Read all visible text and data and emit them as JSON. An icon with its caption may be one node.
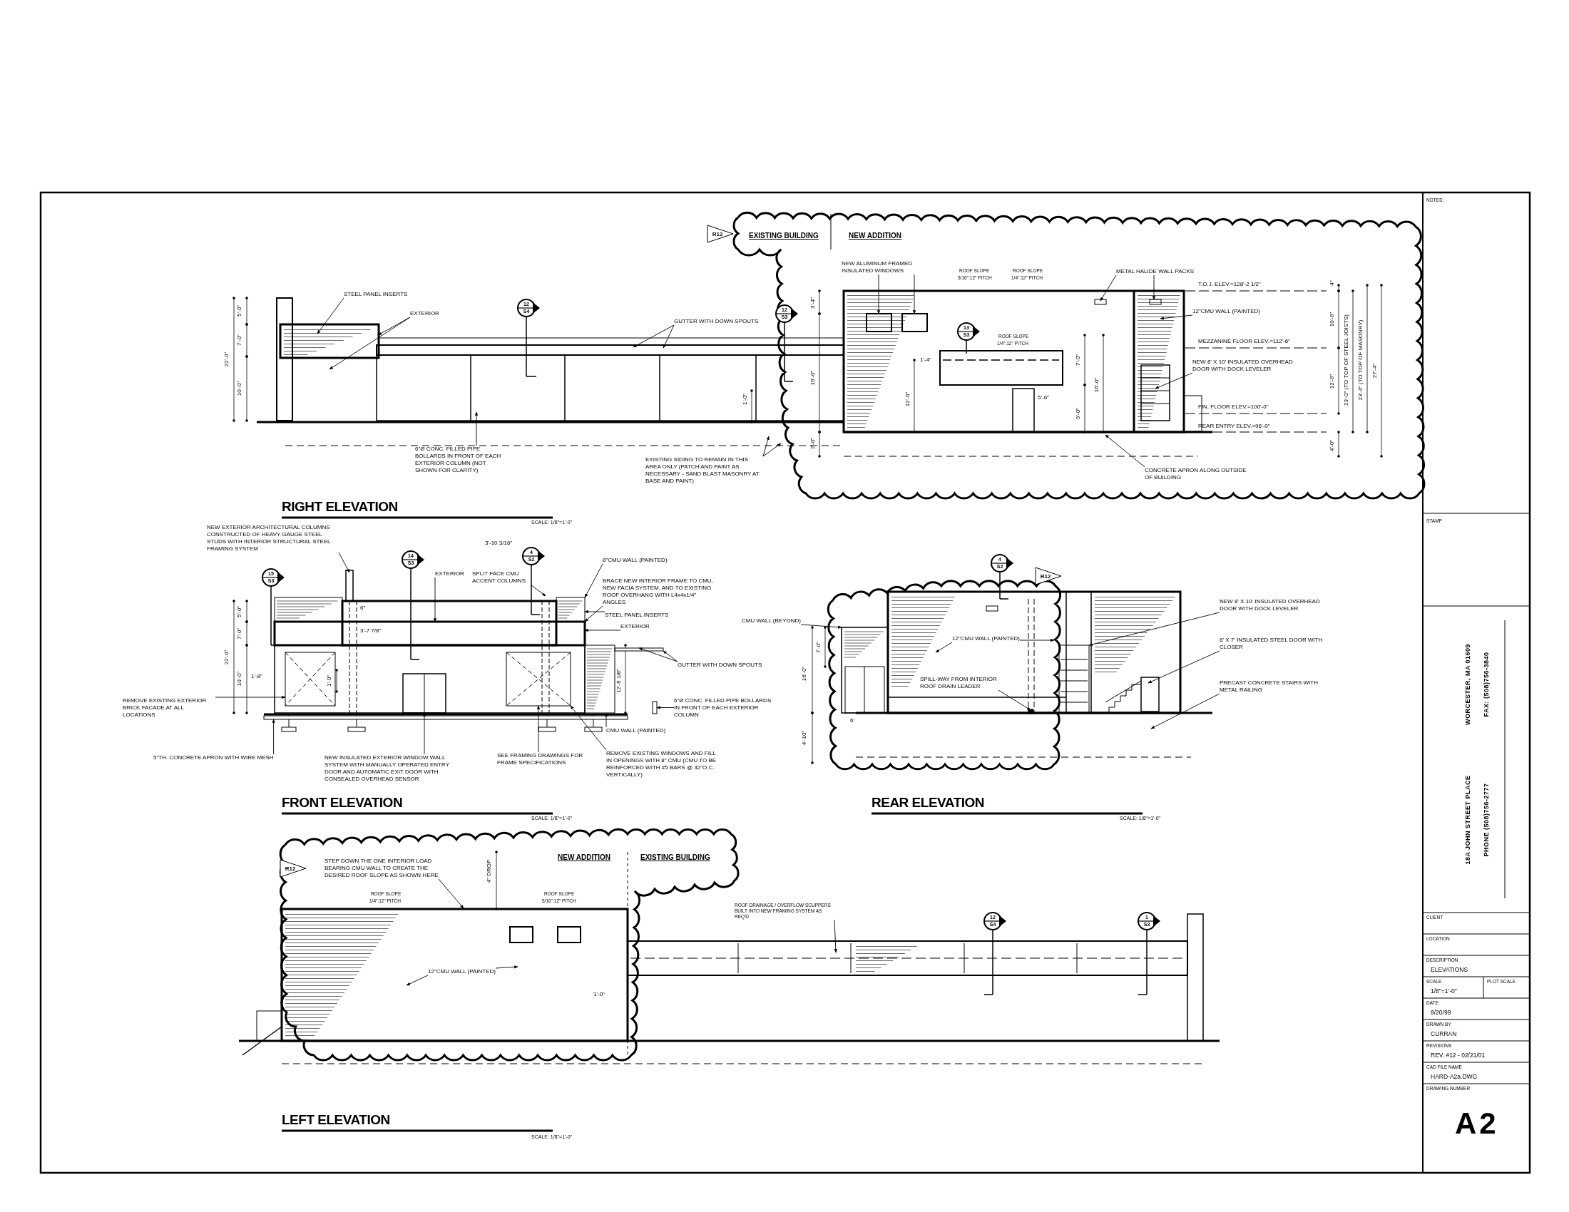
{
  "diagram": {
    "nodes": [
      {
        "text": [
          "STEEL PANEL INSERTS"
        ]
      },
      {
        "text": [
          "EXTERIOR"
        ]
      },
      {
        "text": [
          "GUTTER WITH DOWN SPOUTS"
        ]
      },
      {
        "text": [
          "6\"Ø CONC. FILLED PIPE BOLLARDS IN FRONT OF EACH EXTERIOR COLUMN (NOT SHOWN FOR CLARITY)"
        ]
      },
      {
        "text": [
          "EXISTING SIDING TO REMAIN IN THIS AREA ONLY (PATCH AND PAINT AS NECESSARY - SAND BLAST MASONRY AT BASE AND PAINT)"
        ]
      },
      {
        "text": [
          "NEW ALUMINUM FRAMED INSULATED WINDOWS"
        ]
      },
      {
        "text": [
          "METAL HALIDE WALL PACKS"
        ]
      },
      {
        "text": [
          "12\"CMU WALL (PAINTED)"
        ]
      },
      {
        "text": [
          "NEW 8' X 10' INSULATED OVERHEAD DOOR WITH DOCK LEVELER"
        ]
      },
      {
        "text": [
          "CONCRETE APRON ALONG OUTSIDE OF BUILDING"
        ]
      },
      {
        "text": [
          "NEW EXTERIOR ARCHITECTURAL COLUMNS CONSTRUCTED OF HEAVY GAUGE STEEL STUDS WITH INTERIOR STRUCTURAL STEEL FRAMING SYSTEM"
        ]
      },
      {
        "text": [
          "EXTERIOR"
        ]
      },
      {
        "text": [
          "SPLIT FACE CMU ACCENT COLUMNS"
        ]
      },
      {
        "text": [
          "8\"CMU WALL (PAINTED)"
        ]
      },
      {
        "text": [
          "BRACE NEW INTERIOR FRAME TO CMU, NEW FACIA SYSTEM, AND TO EXISTING ROOF OVERHANG WITH L4x4x1/4\" ANGLES"
        ]
      },
      {
        "text": [
          "STEEL PANEL INSERTS"
        ]
      },
      {
        "text": [
          "EXTERIOR"
        ]
      },
      {
        "text": [
          "GUTTER WITH DOWN SPOUTS"
        ]
      },
      {
        "text": [
          "6\"Ø CONC. FILLED PIPE BOLLARDS IN FRONT OF EACH EXTERIOR COLUMN"
        ]
      },
      {
        "text": [
          "CMU WALL (PAINTED)"
        ]
      },
      {
        "text": [
          "REMOVE EXISTING WINDOWS AND FILL IN OPENINGS WITH 8\" CMU (CMU TO BE REINFORCED WITH #5 BARS @ 32\"O.C. VERTICALLY)"
        ]
      },
      {
        "text": [
          "SEE FRAMING DRAWINGS FOR FRAME SPECIFICATIONS"
        ]
      },
      {
        "text": [
          "NEW INSULATED EXTERIOR WINDOW WALL SYSTEM WITH MANUALLY OPERATED ENTRY DOOR AND AUTOMATIC EXIT DOOR WITH CONSEALED OVERHEAD SENSOR"
        ]
      },
      {
        "text": [
          "5\"TH. CONCRETE APRON WITH WIRE MESH"
        ]
      },
      {
        "text": [
          "REMOVE EXISTING EXTERIOR BRICK FACADE AT ALL LOCATIONS"
        ]
      },
      {
        "text": [
          "CMU WALL (BEYOND)"
        ]
      },
      {
        "text": [
          "12\"CMU WALL (PAINTED)"
        ]
      },
      {
        "text": [
          "SPILL-WAY FROM INTERIOR ROOF DRAIN LEADER"
        ]
      },
      {
        "text": [
          "NEW 8' X 10' INSULATED OVERHEAD DOOR WITH DOCK LEVELER"
        ]
      },
      {
        "text": [
          "8' X 7' INSULATED STEEL DOOR WITH CLOSER"
        ]
      },
      {
        "text": [
          "PRECAST CONCRETE STAIRS WITH METAL RAILING"
        ]
      },
      {
        "text": [
          "STEP DOWN THE ONE INTERIOR LOAD BEARING CMU WALL TO CREATE THE DESIRED ROOF SLOPE AS SHOWN HERE"
        ]
      },
      {
        "text": [
          "12\"CMU WALL (PAINTED)"
        ]
      },
      {
        "text": [
          "ROOF DRAINAGE / OVERFLOW SCUPPERS BUILT INTO NEW FRAMING SYSTEM AS REQ'D"
        ]
      },
      {
        "text": [],
        "shape": "box"
      },
      {
        "text": [],
        "shape": "box"
      },
      {
        "text": [],
        "shape": "bar"
      },
      {
        "text": [],
        "shape": "bar"
      },
      {
        "text": [],
        "shape": "box"
      },
      {
        "text": [],
        "shape": "box"
      },
      {
        "text": [],
        "shape": "bar"
      },
      {
        "text": [],
        "shape": "box"
      },
      {
        "text": [],
        "shape": "box"
      },
      {
        "text": [],
        "shape": "box"
      },
      {
        "text": [],
        "shape": "box"
      }
    ],
    "edges": [
      {
        "from": 0,
        "to": null,
        "arrow": "to"
      },
      {
        "from": 1,
        "to": null,
        "arrow": "to"
      },
      {
        "from": 1,
        "to": null,
        "arrow": "to"
      },
      {
        "from": 2,
        "to": null,
        "arrow": "to"
      },
      {
        "from": 2,
        "to": null,
        "arrow": "to"
      },
      {
        "from": 3,
        "to": null,
        "arrow": "to"
      },
      {
        "from": 4,
        "to": null,
        "arrow": "to"
      },
      {
        "from": 4,
        "to": null,
        "arrow": "to"
      },
      {
        "from": 5,
        "to": null,
        "arrow": "to"
      },
      {
        "from": 5,
        "to": null,
        "arrow": "to"
      },
      {
        "from": 6,
        "to": null,
        "arrow": "to"
      },
      {
        "from": 6,
        "to": null,
        "arrow": "to"
      },
      {
        "from": 7,
        "to": null,
        "arrow": "to"
      },
      {
        "from": 8,
        "to": null,
        "arrow": "to"
      },
      {
        "from": 9,
        "to": null,
        "arrow": "to"
      },
      {
        "from": 10,
        "to": null,
        "arrow": "to"
      },
      {
        "from": 11,
        "to": 34,
        "arrow": "to"
      },
      {
        "from": 12,
        "to": null,
        "arrow": "to"
      },
      {
        "from": 13,
        "to": 35,
        "arrow": "to"
      },
      {
        "from": 14,
        "to": 34,
        "arrow": "to"
      },
      {
        "from": 15,
        "to": 35,
        "arrow": "to"
      },
      {
        "from": 16,
        "to": 34,
        "arrow": "to"
      },
      {
        "from": 17,
        "to": 36,
        "arrow": "to"
      },
      {
        "from": 17,
        "to": 36,
        "arrow": "to"
      },
      {
        "from": 18,
        "to": 37,
        "arrow": "to"
      },
      {
        "from": 19,
        "to": 38,
        "arrow": "to"
      },
      {
        "from": 20,
        "to": 39,
        "arrow": "to"
      },
      {
        "from": 21,
        "to": 39,
        "arrow": "to"
      },
      {
        "from": 22,
        "to": 43,
        "arrow": "to"
      },
      {
        "from": 23,
        "to": 40,
        "arrow": "to"
      },
      {
        "from": 24,
        "to": 44,
        "arrow": "to"
      },
      {
        "from": 25,
        "to": 41,
        "arrow": "to"
      },
      {
        "from": 26,
        "to": null,
        "arrow": "to"
      },
      {
        "from": 26,
        "to": null,
        "arrow": "to"
      },
      {
        "from": 27,
        "to": null,
        "arrow": "to"
      },
      {
        "from": 28,
        "to": 42,
        "arrow": "to"
      },
      {
        "from": 29,
        "to": null,
        "arrow": "to"
      },
      {
        "from": 30,
        "to": null,
        "arrow": "to"
      },
      {
        "from": 31,
        "to": null,
        "arrow": "to"
      },
      {
        "from": 32,
        "to": null,
        "arrow": "to"
      },
      {
        "from": 32,
        "to": null,
        "arrow": "to"
      },
      {
        "from": 33,
        "to": null,
        "arrow": "to"
      }
    ],
    "labels": [
      "EXISTING BUILDING",
      "NEW ADDITION",
      "ROOF SLOPE",
      "5/16\":12\" PITCH",
      "ROOF SLOPE",
      "1/4\":12\" PITCH",
      "ROOF SLOPE",
      "1/4\":12\" PITCH",
      "T.O.J. ELEV.=128'-2 1/2\"",
      "MEZZANINE FLOOR ELEV.=112'-6\"",
      "FIN. FLOOR ELEV.=100'-0\"",
      "REAR ENTRY ELEV.=96'-0\"",
      "5'-0\"",
      "7'-0\"",
      "10'-0\"",
      "22'-0\"",
      "1'-0\"",
      "3'-4\"",
      "16'-0\"",
      "2'-0\"",
      "1'-4\"",
      "12'-0\"",
      "7'-0\"",
      "16'-0\"",
      "9'-0\"",
      "5'-6\"",
      "4\"",
      "10'-6\"",
      "12'-6\"",
      "23'-0\" (TO TOP OF STEEL JOISTS)",
      "23'-4\" (TO TOP OF MASONRY)",
      "27'-4\"",
      "4'-0\"",
      "12",
      "S4",
      "12",
      "S3",
      "13",
      "S3",
      "R12",
      "RIGHT ELEVATION",
      "SCALE: 1/8\"=1'-0\"",
      "15",
      "S3",
      "14",
      "S3",
      "4",
      "S2",
      "6\"",
      "3'-7 7/8\"",
      "5'-0\"",
      "7'-0\"",
      "10'-0\"",
      "22'-0\"",
      "1'-8\"",
      "1'-0\"",
      "3'-10 3/16\"",
      "12'-6 1/8\"",
      "FRONT ELEVATION",
      "SCALE: 1/8\"=1'-0\"",
      "4",
      "S2",
      "R12",
      "7'-0\"",
      "16'-0\"",
      "6'",
      "4'-10\"",
      "REAR ELEVATION",
      "SCALE: 1/8\"=1'-0\"",
      "R12",
      "NEW ADDITION",
      "EXISTING BUILDING",
      "ROOF SLOPE",
      "1/4\":12\" PITCH",
      "ROOF SLOPE",
      "5/16\":12\" PITCH",
      "4\" DROP",
      "1'-0\"",
      "12",
      "S4",
      "1",
      "S3",
      "LEFT ELEVATION",
      "SCALE: 1/8\"=1'-0\"",
      "NOTES:",
      "STAMP",
      "18A JOHN STREET PLACE",
      "WORCESTER, MA 01609",
      "PHONE (508)756-2777",
      "FAX: (508)756-3840",
      "CLIENT",
      "LOCATION",
      "DESCRIPTION",
      "ELEVATIONS",
      "SCALE",
      "1/8\"=1'-0\"",
      "PLOT SCALE",
      "DATE",
      "9/20/99",
      "DRAWN BY",
      "CURRAN",
      "REVISIONS",
      "REV. #12 - 02/21/01",
      "CAD FILE NAME",
      "HARD-A2a.DWG",
      "DRAWING NUMBER",
      "A2"
    ]
  }
}
